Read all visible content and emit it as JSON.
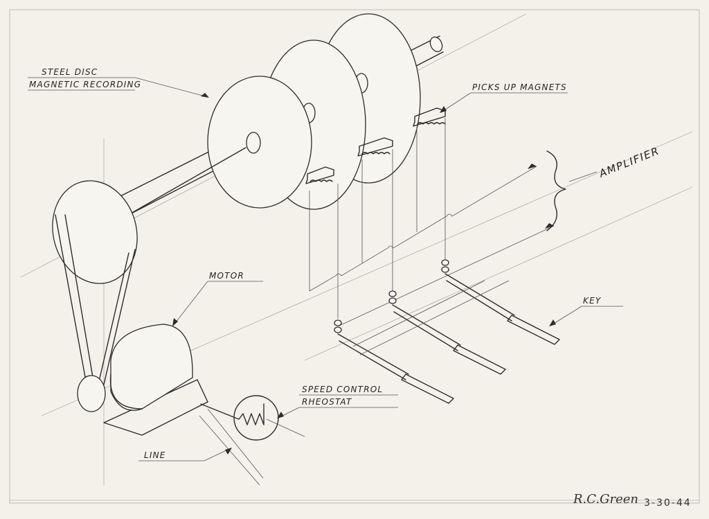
{
  "labels": {
    "steel_disc": "STEEL DISC",
    "magnetic_recording": "MAGNETIC RECORDING",
    "pick_up_magnets": "PICKS UP MAGNETS",
    "amplifier": "AMPLIFIER",
    "motor": "MOTOR",
    "key": "KEY",
    "speed_control": "SPEED CONTROL",
    "rheostat": "RHEOSTAT",
    "line": "LINE"
  },
  "signature": {
    "name": "R.C.Green",
    "date": "3-30-44"
  }
}
